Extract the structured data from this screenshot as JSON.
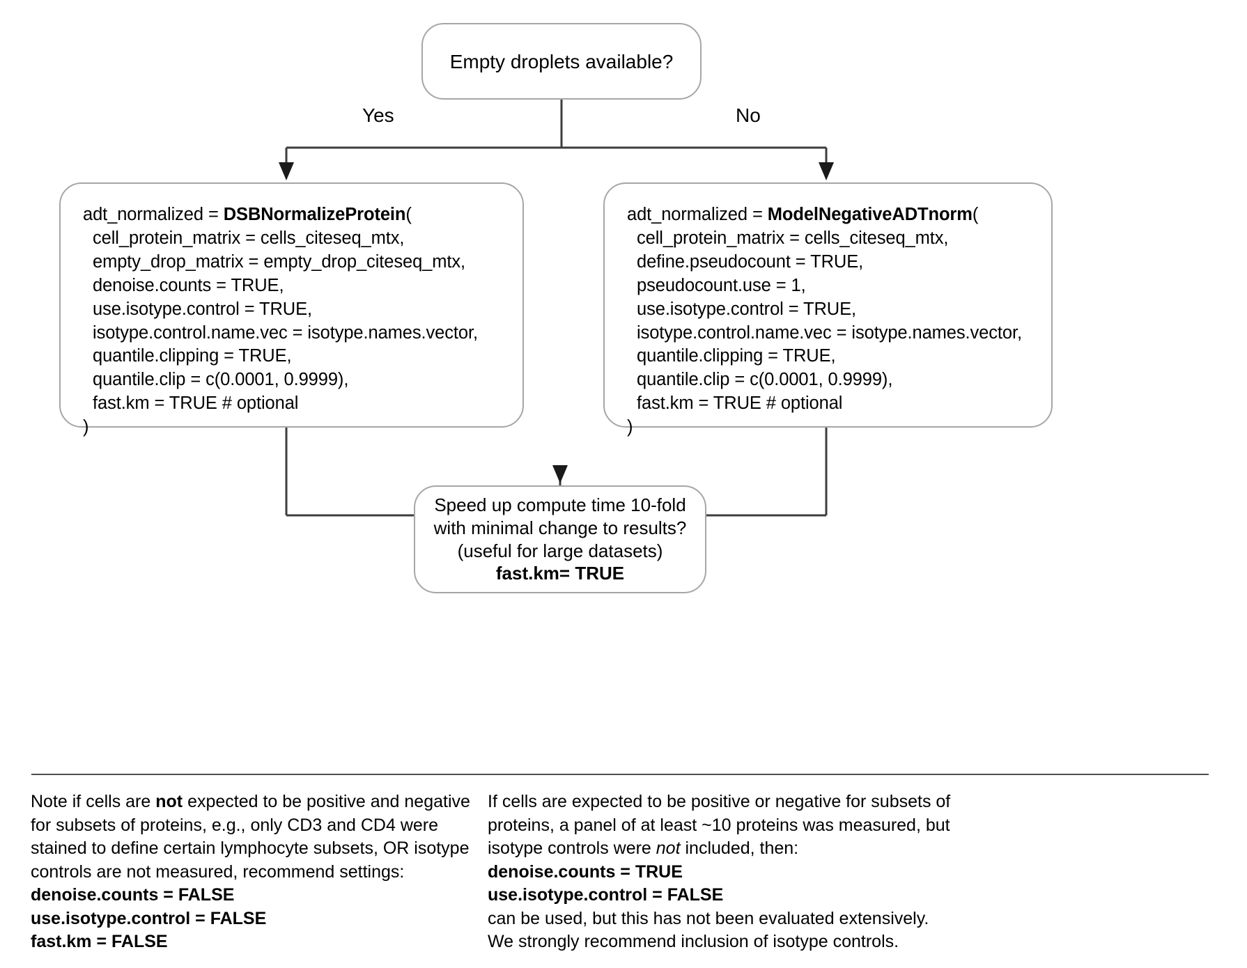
{
  "diagram": {
    "title": "dsb normalization decision flowchart",
    "colors": {
      "node_border": "#a6a6a6",
      "connector": "#3d3d3d",
      "divider": "#4d4d4d",
      "text": "#000000",
      "background": "#ffffff"
    },
    "decision_top": {
      "text": "Empty droplets available?"
    },
    "edge_labels": {
      "yes": "Yes",
      "no": "No"
    },
    "left_box": {
      "assignment": "adt_normalized = ",
      "function": "DSBNormalizeProtein",
      "open_paren": "(",
      "params": [
        "cell_protein_matrix = cells_citeseq_mtx,",
        "empty_drop_matrix = empty_drop_citeseq_mtx,",
        "denoise.counts = TRUE,",
        "use.isotype.control = TRUE,",
        "isotype.control.name.vec = isotype.names.vector,",
        "quantile.clipping = TRUE,",
        "quantile.clip = c(0.0001, 0.9999),",
        "fast.km = TRUE # optional"
      ],
      "close_paren": ")"
    },
    "right_box": {
      "assignment": "adt_normalized = ",
      "function": "ModelNegativeADTnorm",
      "open_paren": "(",
      "params": [
        "cell_protein_matrix = cells_citeseq_mtx,",
        "define.pseudocount = TRUE,",
        "pseudocount.use = 1,",
        "use.isotype.control = TRUE,",
        "isotype.control.name.vec = isotype.names.vector,",
        "quantile.clipping = TRUE,",
        "quantile.clip = c(0.0001, 0.9999),",
        "fast.km = TRUE # optional"
      ],
      "close_paren": ")"
    },
    "final_box": {
      "line1": "Speed up compute time 10-fold",
      "line2": "with minimal change to results?",
      "line3": "(useful for large datasets)",
      "line4": "fast.km= TRUE"
    }
  },
  "notes": {
    "left": {
      "line1_a": "Note if cells are ",
      "line1_b": "not",
      "line1_c": " expected to be positive and negative",
      "line2": "for subsets of proteins, e.g., only CD3 and CD4 were",
      "line3": "stained to define certain lymphocyte subsets, OR isotype",
      "line4": "controls are not measured, recommend settings:",
      "setting1": "denoise.counts = FALSE",
      "setting2": "use.isotype.control = FALSE",
      "setting3": "fast.km = FALSE"
    },
    "right": {
      "line1": "If cells are expected to be positive or negative for subsets of",
      "line2": "proteins, a panel of at least ~10 proteins was measured, but",
      "line3_a": "isotype controls were ",
      "line3_b": "not",
      "line3_c": " included, then:",
      "setting1": "denoise.counts = TRUE",
      "setting2": "use.isotype.control = FALSE",
      "line4": "can be used, but this has not been evaluated extensively.",
      "line5": "We strongly recommend inclusion of isotype controls."
    }
  }
}
